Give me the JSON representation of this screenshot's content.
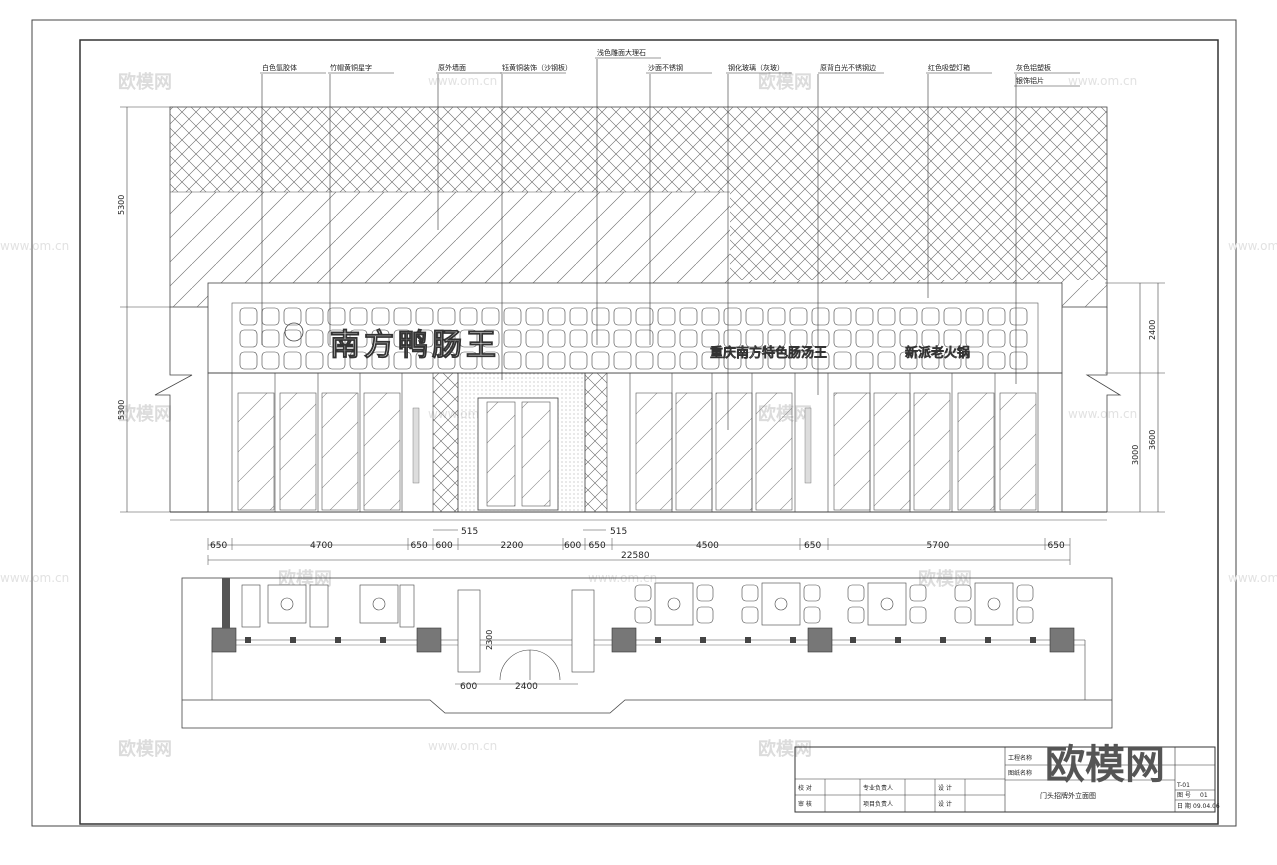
{
  "drawing": {
    "callouts": [
      "白色氩胶体",
      "竹帽黄铜星字",
      "原外墙面",
      "钰黄铜装饰（沙钢板）",
      "浅色雕面大理石",
      "沙面不锈钢",
      "钢化玻璃（灰玻）",
      "原背白光不锈钢边",
      "红色吸塑灯箱",
      "灰色铝塑板",
      "银饰铝片"
    ],
    "sign_main": "南方鸭肠王",
    "sign_sub_left": "重庆南方特色肠汤王",
    "sign_sub_right": "新派老火锅",
    "vertical_dims_left": [
      "5300",
      "5300"
    ],
    "vertical_dims_right": [
      "2400",
      "3000",
      "3600"
    ],
    "horizontal_dims": [
      "650",
      "4700",
      "650",
      "600",
      "2200",
      "600",
      "650",
      "4500",
      "650",
      "5700",
      "650"
    ],
    "small_dims": [
      "515",
      "515"
    ],
    "total_dim": "22580",
    "plan_dims": [
      "600",
      "2400",
      "2300"
    ]
  },
  "title_block": {
    "project_name_label": "工程名称",
    "drawing_name_label": "图纸名称",
    "drawing_title": "门头招牌外立面图",
    "rows_left": [
      "校 对",
      "审 核"
    ],
    "rows_mid": [
      "专业负责人",
      "项目负责人"
    ],
    "rows_right": [
      "设 计",
      "设 计"
    ],
    "sheet_label": "图 号",
    "sheet_value": "01",
    "date_label": "日 期",
    "date_value": "09.04.06",
    "code_value": "T-01"
  },
  "watermarks": {
    "brand": "欧模网",
    "url": "www.om.cn",
    "corner_logo": "欧模网"
  }
}
